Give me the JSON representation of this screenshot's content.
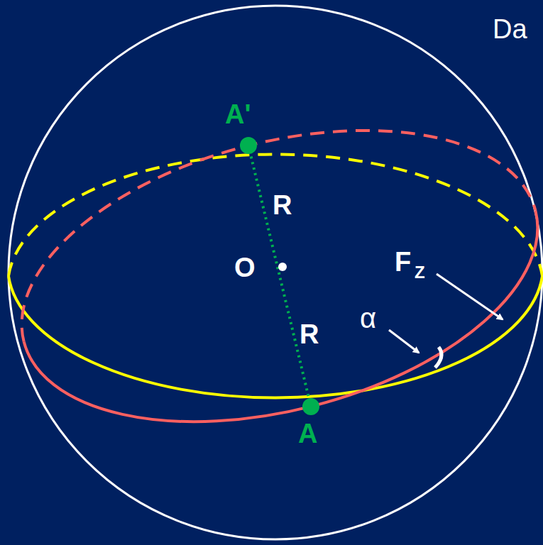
{
  "diagram": {
    "labels": [
      "Da",
      "A'",
      "R",
      "O",
      "F",
      "Z",
      "R",
      "α",
      "A"
    ]
  }
}
